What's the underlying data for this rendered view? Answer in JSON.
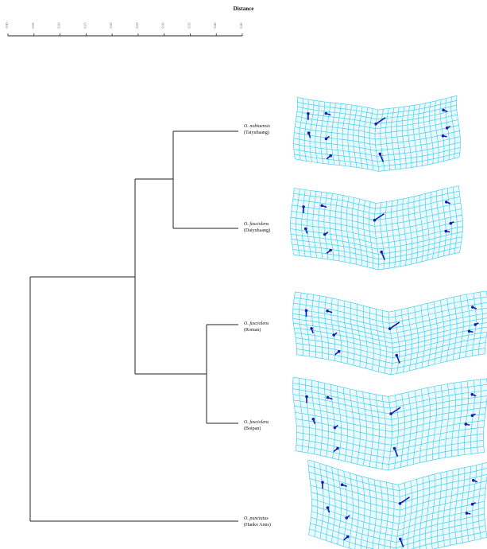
{
  "scale": {
    "title": "Distance",
    "ticks": [
      "0.00",
      "0.05",
      "0.10",
      "0.15",
      "0.20",
      "0.25",
      "0.30",
      "0.35",
      "0.40",
      "0.45"
    ]
  },
  "taxa": [
    {
      "species": "O. nobiaensis",
      "locality": "(Taiyuhaang)"
    },
    {
      "species": "O. fasciolens",
      "locality": "(Daiyuhaang)"
    },
    {
      "species": "O. fasciolens",
      "locality": "(Roman)"
    },
    {
      "species": "O. fasciolens",
      "locality": "(Botpan)"
    },
    {
      "species": "O. punctatus",
      "locality": "(Hanko Anns)"
    }
  ],
  "colors": {
    "tree_line": "#222222",
    "grid_line": "#2fc7ef",
    "grid_bg": "#e9fbff",
    "vector": "#1a1ab0"
  }
}
